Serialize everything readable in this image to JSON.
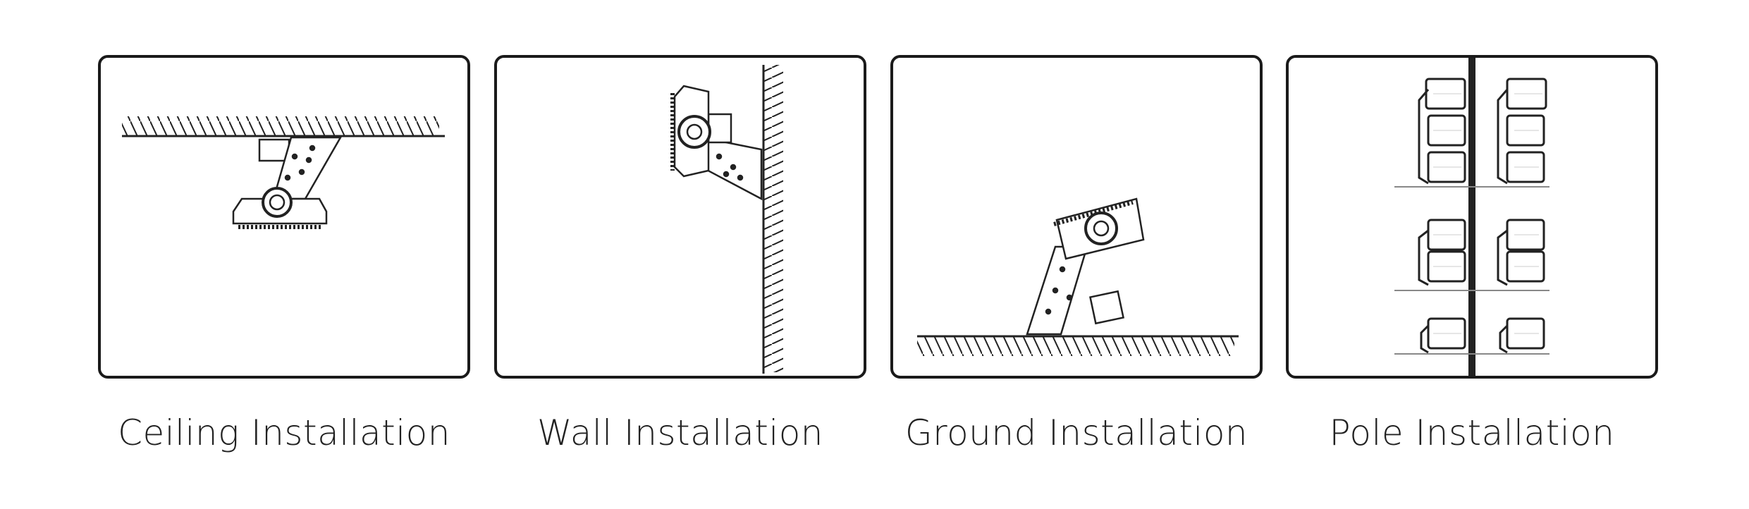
{
  "panels": [
    {
      "id": "ceiling",
      "caption": "Ceiling Installation"
    },
    {
      "id": "wall",
      "caption": "Wall Installation"
    },
    {
      "id": "ground",
      "caption": "Ground Installation"
    },
    {
      "id": "pole",
      "caption": "Pole Installation"
    }
  ],
  "colors": {
    "border": "#1a1a1a",
    "line": "#222222",
    "caption": "#222222",
    "background": "#ffffff"
  }
}
